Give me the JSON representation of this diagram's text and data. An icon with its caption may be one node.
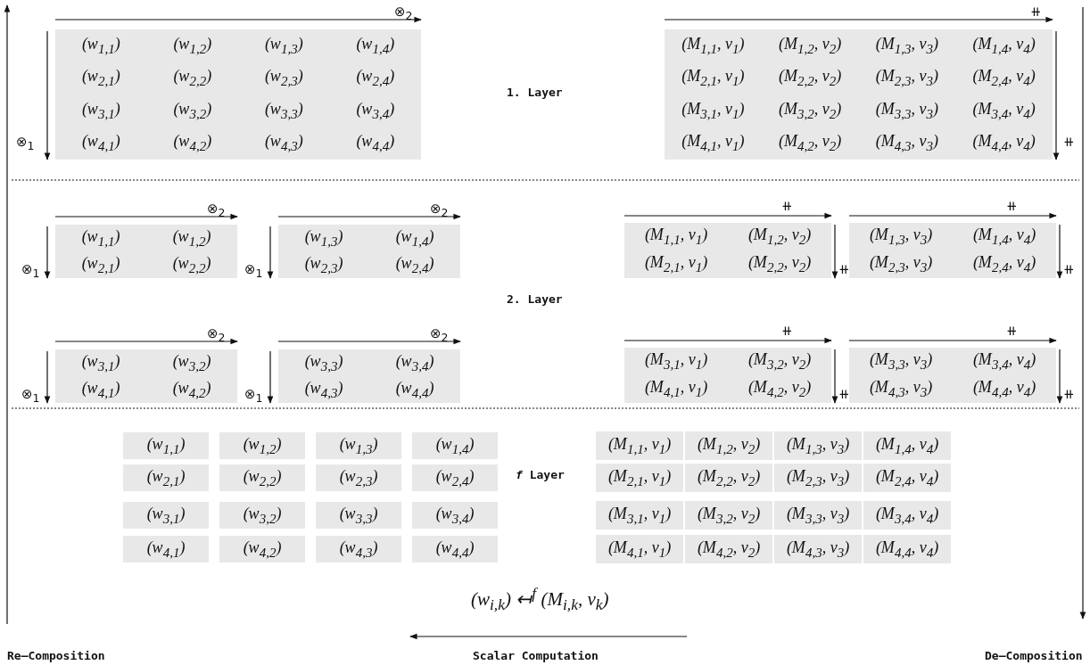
{
  "diagram": {
    "nodes": [
      {
        "text": [
          "(w$_{1,1}$)",
          "(w$_{1,2}$)",
          "(w$_{1,3}$)",
          "(w$_{1,4}$)",
          "(w$_{2,1}$)",
          "(w$_{2,2}$)",
          "(w$_{2,3}$)",
          "(w$_{2,4}$)",
          "(w$_{3,1}$)",
          "(w$_{3,2}$)",
          "(w$_{3,3}$)",
          "(w$_{3,4}$)",
          "(w$_{4,1}$)",
          "(w$_{4,2}$)",
          "(w$_{4,3}$)",
          "(w$_{4,4}$)"
        ]
      },
      {
        "text": [
          "(M$_{1,1}$, v$_{1}$)",
          "(M$_{1,2}$, v$_{2}$)",
          "(M$_{1,3}$, v$_{3}$)",
          "(M$_{1,4}$, v$_{4}$)",
          "(M$_{2,1}$, v$_{1}$)",
          "(M$_{2,2}$, v$_{2}$)",
          "(M$_{2,3}$, v$_{3}$)",
          "(M$_{2,4}$, v$_{4}$)",
          "(M$_{3,1}$, v$_{1}$)",
          "(M$_{3,2}$, v$_{2}$)",
          "(M$_{3,3}$, v$_{3}$)",
          "(M$_{3,4}$, v$_{4}$)",
          "(M$_{4,1}$, v$_{1}$)",
          "(M$_{4,2}$, v$_{2}$)",
          "(M$_{4,3}$, v$_{3}$)",
          "(M$_{4,4}$, v$_{4}$)"
        ]
      },
      {
        "text": [
          "(w$_{1,1}$)",
          "(w$_{1,2}$)",
          "(w$_{2,1}$)",
          "(w$_{2,2}$)"
        ]
      },
      {
        "text": [
          "(w$_{1,3}$)",
          "(w$_{1,4}$)",
          "(w$_{2,3}$)",
          "(w$_{2,4}$)"
        ]
      },
      {
        "text": [
          "(M$_{1,1}$, v$_{1}$)",
          "(M$_{1,2}$, v$_{2}$)",
          "(M$_{2,1}$, v$_{1}$)",
          "(M$_{2,2}$, v$_{2}$)"
        ]
      },
      {
        "text": [
          "(M$_{1,3}$, v$_{3}$)",
          "(M$_{1,4}$, v$_{4}$)",
          "(M$_{2,3}$, v$_{3}$)",
          "(M$_{2,4}$, v$_{4}$)"
        ]
      },
      {
        "text": [
          "(w$_{3,1}$)",
          "(w$_{3,2}$)",
          "(w$_{4,1}$)",
          "(w$_{4,2}$)"
        ]
      },
      {
        "text": [
          "(w$_{3,3}$)",
          "(w$_{3,4}$)",
          "(w$_{4,3}$)",
          "(w$_{4,4}$)"
        ]
      },
      {
        "text": [
          "(M$_{3,1}$, v$_{1}$)",
          "(M$_{3,2}$, v$_{2}$)",
          "(M$_{4,1}$, v$_{1}$)",
          "(M$_{4,2}$, v$_{2}$)"
        ]
      },
      {
        "text": [
          "(M$_{3,3}$, v$_{3}$)",
          "(M$_{3,4}$, v$_{4}$)",
          "(M$_{4,3}$, v$_{3}$)",
          "(M$_{4,4}$, v$_{4}$)"
        ]
      },
      {
        "text": [
          "(w$_{1,1}$)"
        ]
      },
      {
        "text": [
          "(w$_{1,2}$)"
        ]
      },
      {
        "text": [
          "(w$_{1,3}$)"
        ]
      },
      {
        "text": [
          "(w$_{1,4}$)"
        ]
      },
      {
        "text": [
          "(w$_{2,1}$)"
        ]
      },
      {
        "text": [
          "(w$_{2,2}$)"
        ]
      },
      {
        "text": [
          "(w$_{2,3}$)"
        ]
      },
      {
        "text": [
          "(w$_{2,4}$)"
        ]
      },
      {
        "text": [
          "(w$_{3,1}$)"
        ]
      },
      {
        "text": [
          "(w$_{3,2}$)"
        ]
      },
      {
        "text": [
          "(w$_{3,3}$)"
        ]
      },
      {
        "text": [
          "(w$_{3,4}$)"
        ]
      },
      {
        "text": [
          "(w$_{4,1}$)"
        ]
      },
      {
        "text": [
          "(w$_{4,2}$)"
        ]
      },
      {
        "text": [
          "(w$_{4,3}$)"
        ]
      },
      {
        "text": [
          "(w$_{4,4}$)"
        ]
      },
      {
        "text": [
          "(M$_{1,1}$, v$_{1}$)"
        ]
      },
      {
        "text": [
          "(M$_{1,2}$, v$_{2}$)"
        ]
      },
      {
        "text": [
          "(M$_{1,3}$, v$_{3}$)"
        ]
      },
      {
        "text": [
          "(M$_{1,4}$, v$_{4}$)"
        ]
      },
      {
        "text": [
          "(M$_{2,1}$, v$_{1}$)"
        ]
      },
      {
        "text": [
          "(M$_{2,2}$, v$_{2}$)"
        ]
      },
      {
        "text": [
          "(M$_{2,3}$, v$_{3}$)"
        ]
      },
      {
        "text": [
          "(M$_{2,4}$, v$_{4}$)"
        ]
      },
      {
        "text": [
          "(M$_{3,1}$, v$_{1}$)"
        ]
      },
      {
        "text": [
          "(M$_{3,2}$, v$_{2}$)"
        ]
      },
      {
        "text": [
          "(M$_{3,3}$, v$_{3}$)"
        ]
      },
      {
        "text": [
          "(M$_{3,4}$, v$_{4}$)"
        ]
      },
      {
        "text": [
          "(M$_{4,1}$, v$_{1}$)"
        ]
      },
      {
        "text": [
          "(M$_{4,2}$, v$_{2}$)"
        ]
      },
      {
        "text": [
          "(M$_{4,3}$, v$_{3}$)"
        ]
      },
      {
        "text": [
          "(M$_{4,4}$, v$_{4}$)"
        ]
      }
    ],
    "labels": [
      "⊗$_{2}$",
      "⧺",
      "1. Layer",
      "⊗$_{1}$",
      "⧺",
      "⊗$_{2}$",
      "⊗$_{2}$",
      "⧺",
      "⧺",
      "⊗$_{1}$",
      "⊗$_{1}$",
      "⧺",
      "⧺",
      "2. Layer",
      "⊗$_{2}$",
      "⊗$_{2}$",
      "⧺",
      "⧺",
      "⊗$_{1}$",
      "⊗$_{1}$",
      "⧺",
      "⧺",
      "*f* Layer",
      "(w$_{i,k}$) ↤$^{f}$ (M$_{i,k}$, v$_{k}$)",
      "Re–Composition",
      "Scalar Computation",
      "De–Composition"
    ]
  }
}
